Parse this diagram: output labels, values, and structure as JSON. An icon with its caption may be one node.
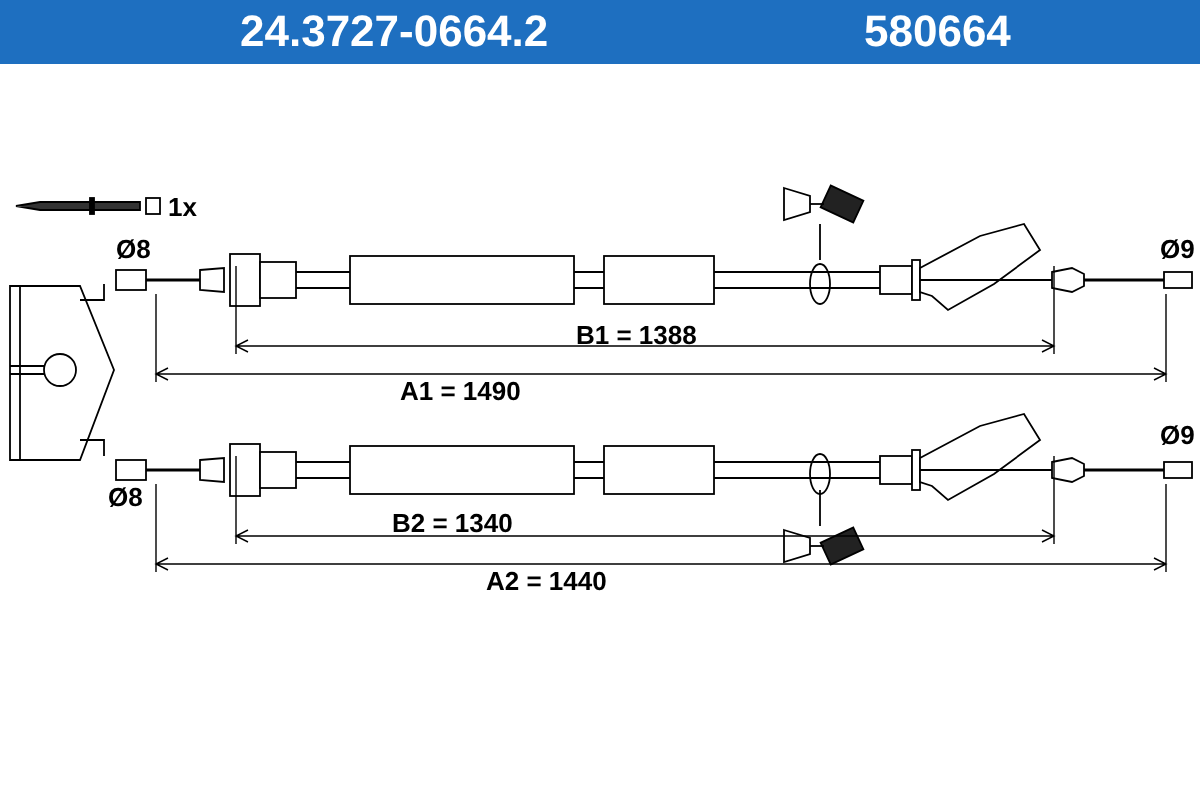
{
  "diagram": {
    "labels": [
      "24.3727-0664.2",
      "580664",
      "1x",
      "Ø8",
      "Ø9",
      "B1 = 1388",
      "A1 = 1490",
      "Ø8",
      "Ø9",
      "B2 = 1340",
      "A2 = 1440"
    ]
  }
}
